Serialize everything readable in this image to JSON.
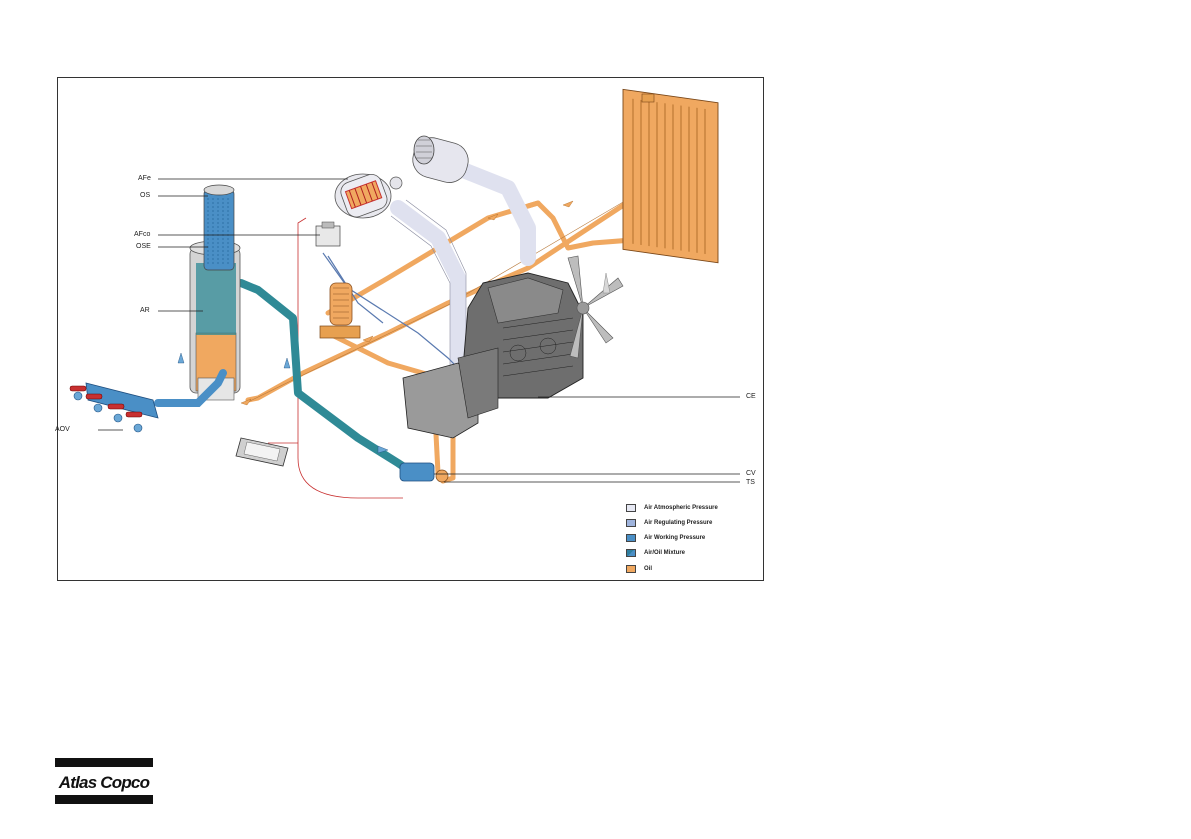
{
  "diagram": {
    "labels": {
      "afe": "AFe",
      "os": "OS",
      "afco": "AFco",
      "ose": "OSE",
      "ar": "AR",
      "aov": "AOV",
      "ce": "CE",
      "cv": "CV",
      "ts": "TS"
    },
    "legend": [
      {
        "label": "Air Atmospheric Pressure",
        "color": "#e6e8f3"
      },
      {
        "label": "Air Regulating Pressure",
        "color": "#9fb4dd"
      },
      {
        "label": "Air Working Pressure",
        "color": "#4a8fc6"
      },
      {
        "label": "Air/Oil Mixture",
        "color": "#2f7fa0"
      },
      {
        "label": "Oil",
        "color": "#f0a860"
      }
    ],
    "colors": {
      "oil": "#f0a860",
      "oil_dark": "#c98030",
      "air_atm": "#e2e4f0",
      "air_reg": "#9fb4dd",
      "air_work": "#4a8fc6",
      "air_oil": "#2f8a96",
      "engine": "#6f6f6f"
    }
  },
  "logo": {
    "text": "Atlas Copco"
  }
}
